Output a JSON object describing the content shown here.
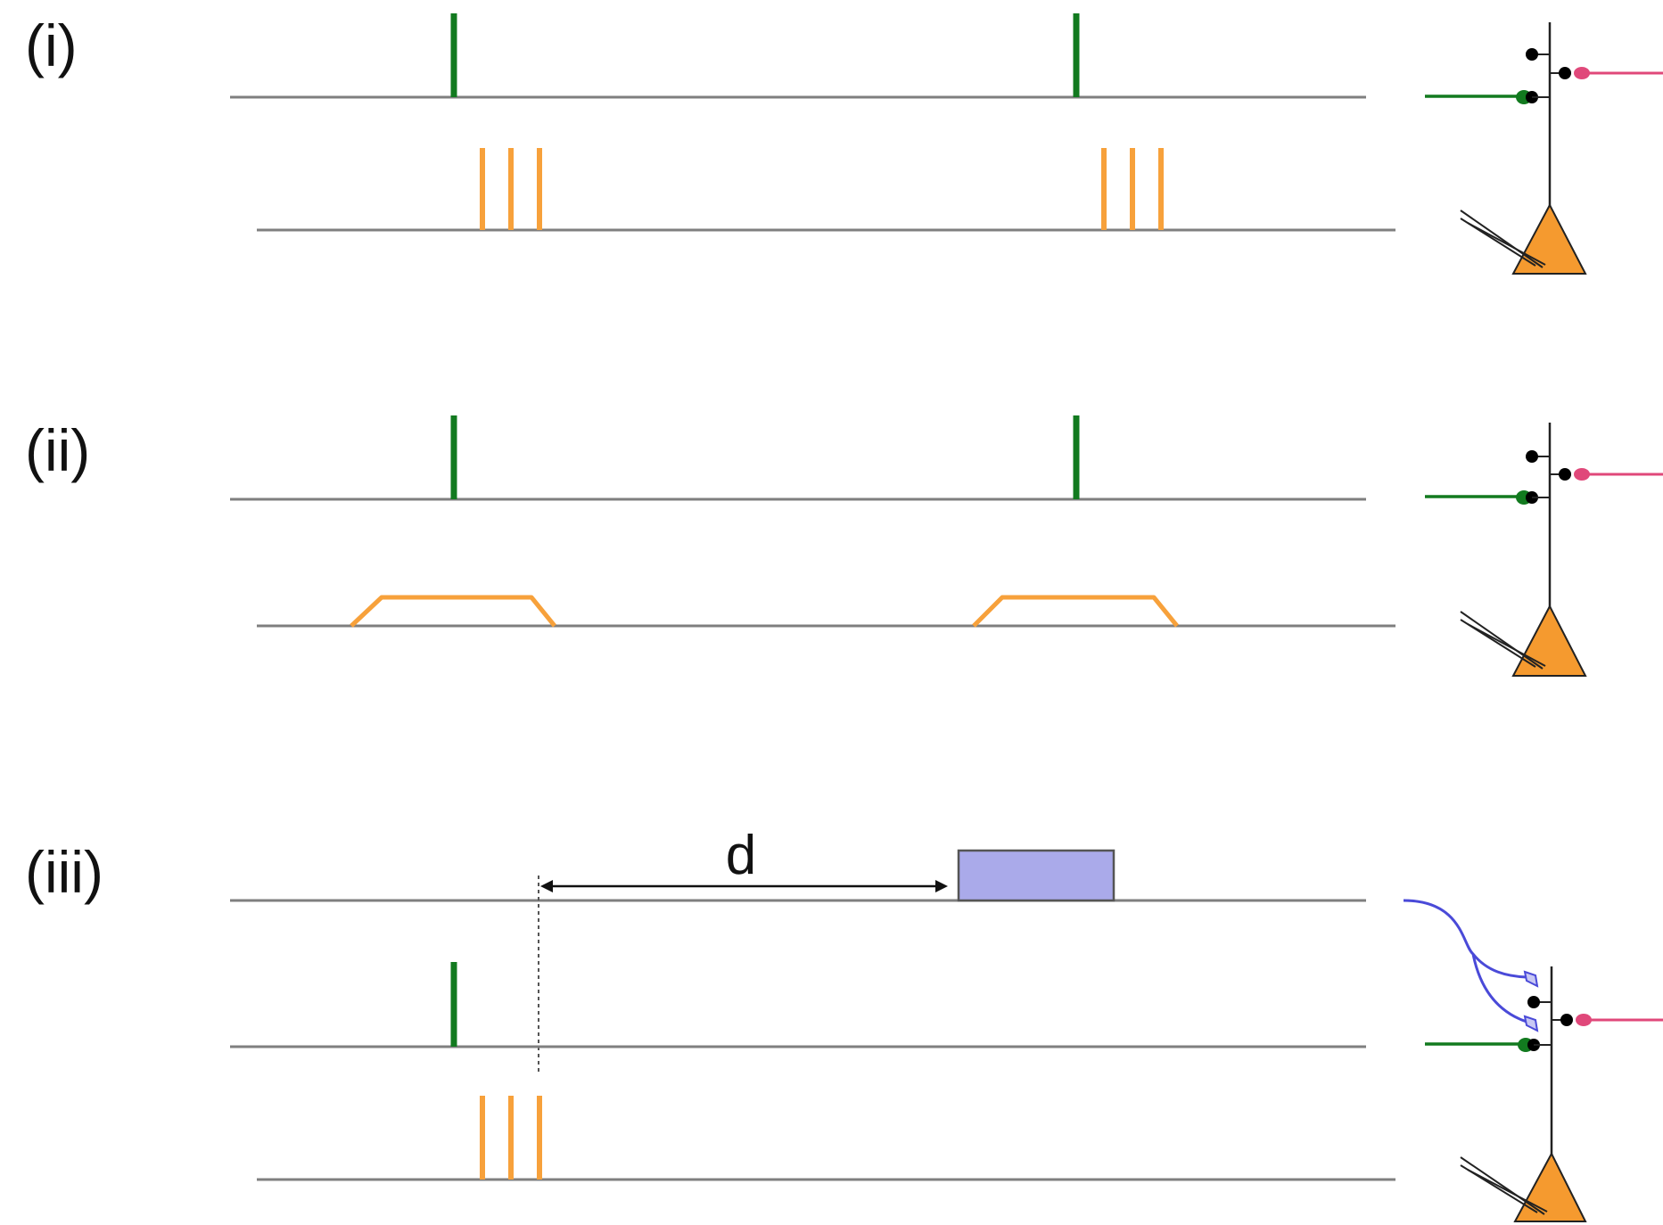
{
  "panels": [
    {
      "label": "(i)"
    },
    {
      "label": "(ii)"
    },
    {
      "label": "(iii)"
    }
  ],
  "delay_label": "d",
  "colors": {
    "baseline": "#7f7f7f",
    "green_spike": "#127a1f",
    "orange": "#f7a13b",
    "blue_fiber": "#4a4ad8",
    "blue_box_fill": "#aaaaea",
    "magenta_fiber": "#e0487a",
    "neuron_fill": "#f59a2f",
    "synapse_dot": "#000000"
  },
  "icons": [
    "pyramidal-neuron-icon",
    "recording-pipette-icon"
  ]
}
